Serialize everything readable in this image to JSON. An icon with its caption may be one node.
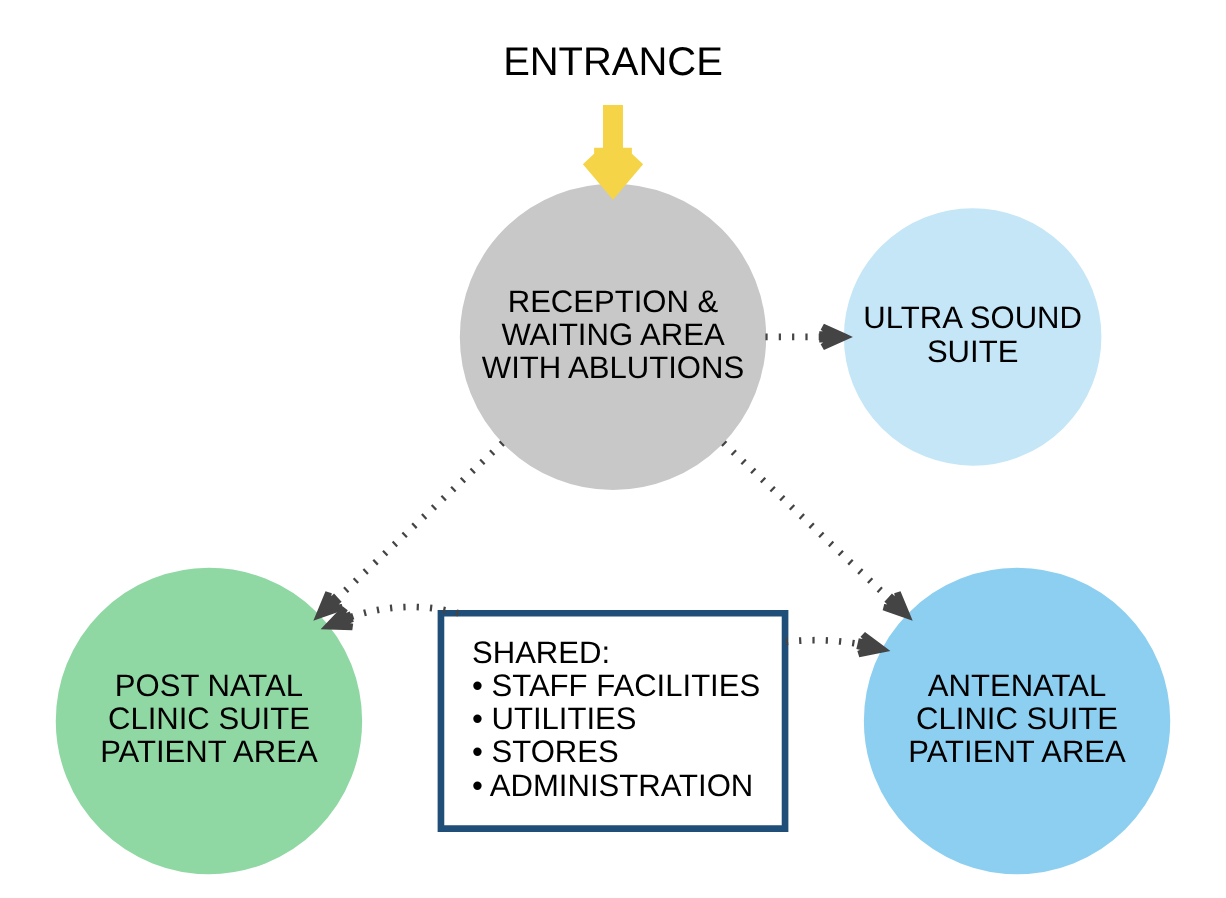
{
  "diagram": {
    "nodes": [
      {
        "text": [
          "ENTRANCE"
        ]
      },
      {
        "text": [
          "RECEPTION & WAITING AREA WITH ABLUTIONS"
        ]
      },
      {
        "text": [
          "ULTRA SOUND SUITE"
        ]
      },
      {
        "text": [
          "POST NATAL CLINIC SUITE PATIENT AREA"
        ]
      },
      {
        "text": [
          "SHARED:",
          "• STAFF FACILITIES",
          "• UTILITIES",
          "• STORES",
          "• ADMINISTRATION"
        ]
      },
      {
        "text": [
          "ANTENATAL CLINIC SUITE PATIENT AREA"
        ]
      }
    ],
    "edges": [
      {
        "from": 0,
        "to": 1,
        "arrow": "to",
        "style": "thick",
        "color": "#f5d547"
      },
      {
        "from": 1,
        "to": 2,
        "arrow": "to",
        "style": "dashed"
      },
      {
        "from": 1,
        "to": 3,
        "arrow": "to",
        "style": "dashed"
      },
      {
        "from": 1,
        "to": 5,
        "arrow": "to",
        "style": "dashed"
      },
      {
        "from": 4,
        "to": 3,
        "arrow": "to",
        "style": "dashed"
      },
      {
        "from": 4,
        "to": 5,
        "arrow": "to",
        "style": "dashed"
      }
    ]
  }
}
